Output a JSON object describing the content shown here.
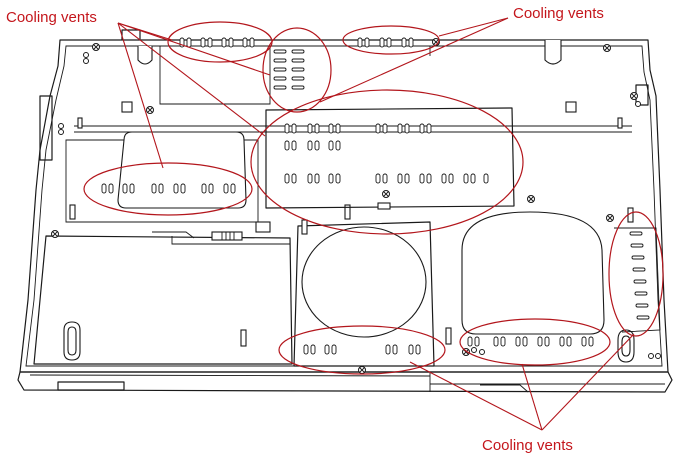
{
  "labels": {
    "top_left": "Cooling vents",
    "top_right": "Cooling vents",
    "bottom": "Cooling vents"
  },
  "colors": {
    "callout": "#b3161c",
    "label_text": "#c4161c",
    "line_art": "#1a1a1a"
  }
}
